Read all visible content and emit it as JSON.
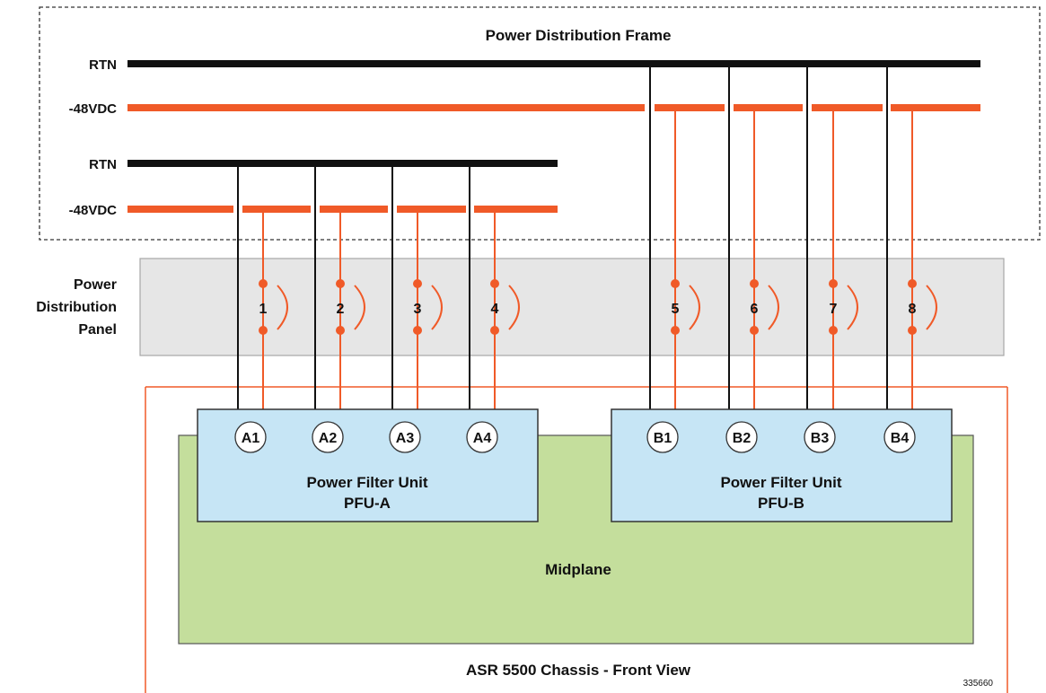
{
  "frame": {
    "title": "Power Distribution Frame",
    "bus_a": {
      "rtn_label": "RTN",
      "neg_label": "-48VDC"
    },
    "bus_b": {
      "rtn_label": "RTN",
      "neg_label": "-48VDC"
    }
  },
  "panel": {
    "label_lines": [
      "Power",
      "Distribution",
      "Panel"
    ],
    "breakers": [
      "1",
      "2",
      "3",
      "4",
      "5",
      "6",
      "7",
      "8"
    ]
  },
  "pfu_a": {
    "inputs": [
      "A1",
      "A2",
      "A3",
      "A4"
    ],
    "title": "Power Filter Unit",
    "subtitle": "PFU-A"
  },
  "pfu_b": {
    "inputs": [
      "B1",
      "B2",
      "B3",
      "B4"
    ],
    "title": "Power Filter Unit",
    "subtitle": "PFU-B"
  },
  "midplane": {
    "label": "Midplane"
  },
  "chassis": {
    "label": "ASR 5500 Chassis - Front View"
  },
  "figure_id": "335660",
  "colors": {
    "rtn": "#111111",
    "neg48": "#F05A28",
    "frame_border": "#333333",
    "panel_fill": "#E6E6E6",
    "panel_border": "#A6A6A6",
    "pfu_fill": "#C6E5F5",
    "pfu_border": "#333333",
    "midplane_fill": "#C4DE9C",
    "midplane_border": "#555555",
    "chassis_border": "#F05A28"
  }
}
